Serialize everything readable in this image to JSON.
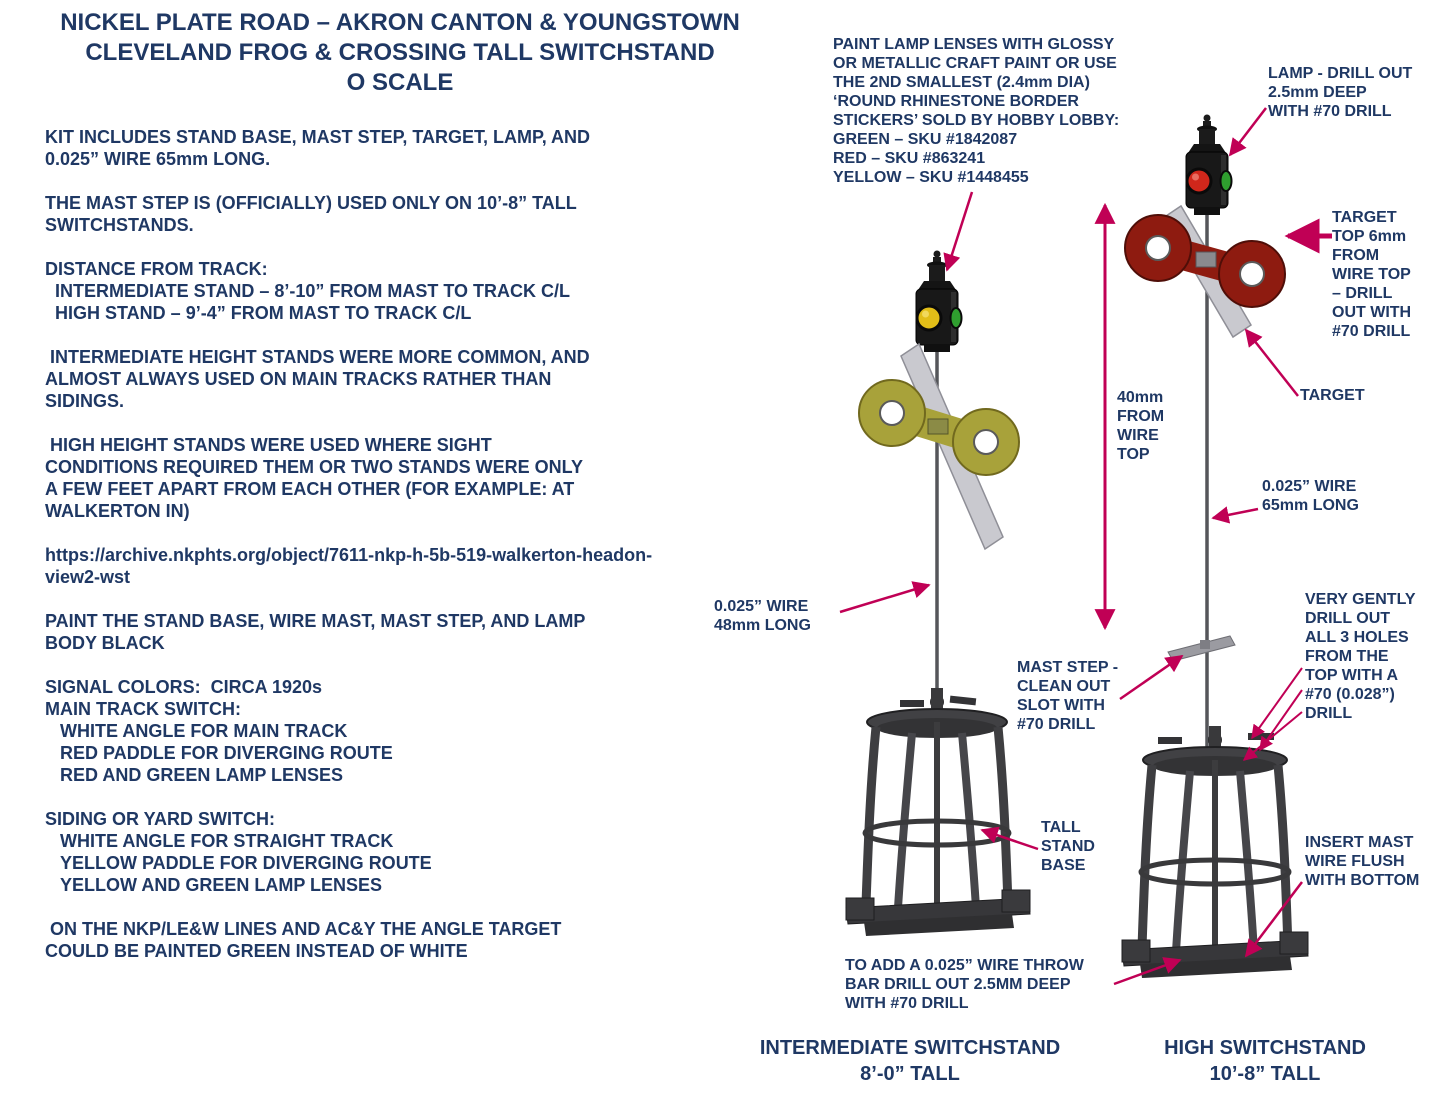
{
  "title": {
    "line1": "NICKEL PLATE ROAD – AKRON CANTON & YOUNGSTOWN",
    "line2": "CLEVELAND FROG & CROSSING  TALL SWITCHSTAND",
    "line3": "O SCALE"
  },
  "left": {
    "paragraphs": [
      "KIT INCLUDES STAND BASE, MAST STEP, TARGET, LAMP, AND\n0.025” WIRE 65mm LONG.",
      "THE MAST STEP IS (OFFICIALLY) USED ONLY ON 10’-8” TALL\nSWITCHSTANDS.",
      "DISTANCE FROM TRACK:\n  INTERMEDIATE STAND – 8’-10” FROM MAST TO TRACK C/L\n  HIGH STAND – 9’-4” FROM MAST TO TRACK C/L",
      " INTERMEDIATE HEIGHT STANDS WERE MORE COMMON, AND\nALMOST ALWAYS USED ON MAIN TRACKS RATHER THAN\nSIDINGS.",
      " HIGH HEIGHT STANDS WERE USED WHERE SIGHT\nCONDITIONS REQUIRED THEM OR TWO STANDS WERE ONLY\nA FEW FEET APART FROM EACH OTHER (FOR EXAMPLE: AT\nWALKERTON IN)",
      "https://archive.nkphts.org/object/7611-nkp-h-5b-519-walkerton-headon-view2-wst",
      "PAINT THE STAND BASE, WIRE MAST, MAST STEP, AND LAMP\nBODY BLACK",
      "SIGNAL COLORS:  CIRCA 1920s\nMAIN TRACK SWITCH:\n   WHITE ANGLE FOR MAIN TRACK\n   RED PADDLE FOR DIVERGING ROUTE\n   RED AND GREEN LAMP LENSES",
      "SIDING OR YARD SWITCH:\n   WHITE ANGLE FOR STRAIGHT TRACK\n   YELLOW PADDLE FOR DIVERGING ROUTE\n   YELLOW AND GREEN LAMP LENSES",
      " ON THE NKP/LE&W LINES AND AC&Y THE ANGLE TARGET\nCOULD BE PAINTED GREEN INSTEAD OF WHITE"
    ]
  },
  "callouts": {
    "paint_lenses": "PAINT LAMP LENSES WITH GLOSSY\nOR METALLIC CRAFT PAINT OR USE\nTHE 2ND SMALLEST (2.4mm DIA)\n‘ROUND RHINESTONE BORDER\nSTICKERS’ SOLD BY HOBBY LOBBY:\nGREEN – SKU #1842087\nRED – SKU #863241\nYELLOW – SKU #1448455",
    "lamp_drill": "LAMP - DRILL OUT\n2.5mm DEEP\nWITH #70 DRILL",
    "target_top": "TARGET\nTOP 6mm\nFROM\nWIRE TOP\n– DRILL\nOUT WITH\n#70 DRILL",
    "target": "TARGET",
    "wire_top_40mm": "40mm\nFROM\nWIRE\nTOP",
    "wire_65mm": "0.025” WIRE\n65mm LONG",
    "wire_48mm": "0.025” WIRE\n48mm LONG",
    "mast_step": "MAST STEP -\nCLEAN OUT\nSLOT WITH\n#70 DRILL",
    "drill_three_holes": "VERY GENTLY\nDRILL OUT\nALL 3 HOLES\nFROM THE\nTOP WITH A\n#70 (0.028”)\nDRILL",
    "tall_stand_base": "TALL\nSTAND\nBASE",
    "insert_mast": "INSERT MAST\nWIRE FLUSH\nWITH BOTTOM",
    "throw_bar": "TO ADD A 0.025” WIRE THROW\nBAR DRILL OUT 2.5MM DEEP\nWITH #70 DRILL"
  },
  "captions": {
    "intermediate": "INTERMEDIATE SWITCHSTAND\n8’-0” TALL",
    "high": "HIGH SWITCHSTAND\n10’-8” TALL"
  },
  "colors": {
    "text_navy": "#1F3864",
    "callout_arrow": "#C00055",
    "paddle_yellow": "#A8A23A",
    "paddle_red": "#8E1B10",
    "lens_yellow": "#E2BE18",
    "lens_green": "#2F9E2F",
    "lens_red": "#D0271B",
    "blade_gray": "#C9C9CF",
    "stand_dark": "#3B3B3D"
  }
}
